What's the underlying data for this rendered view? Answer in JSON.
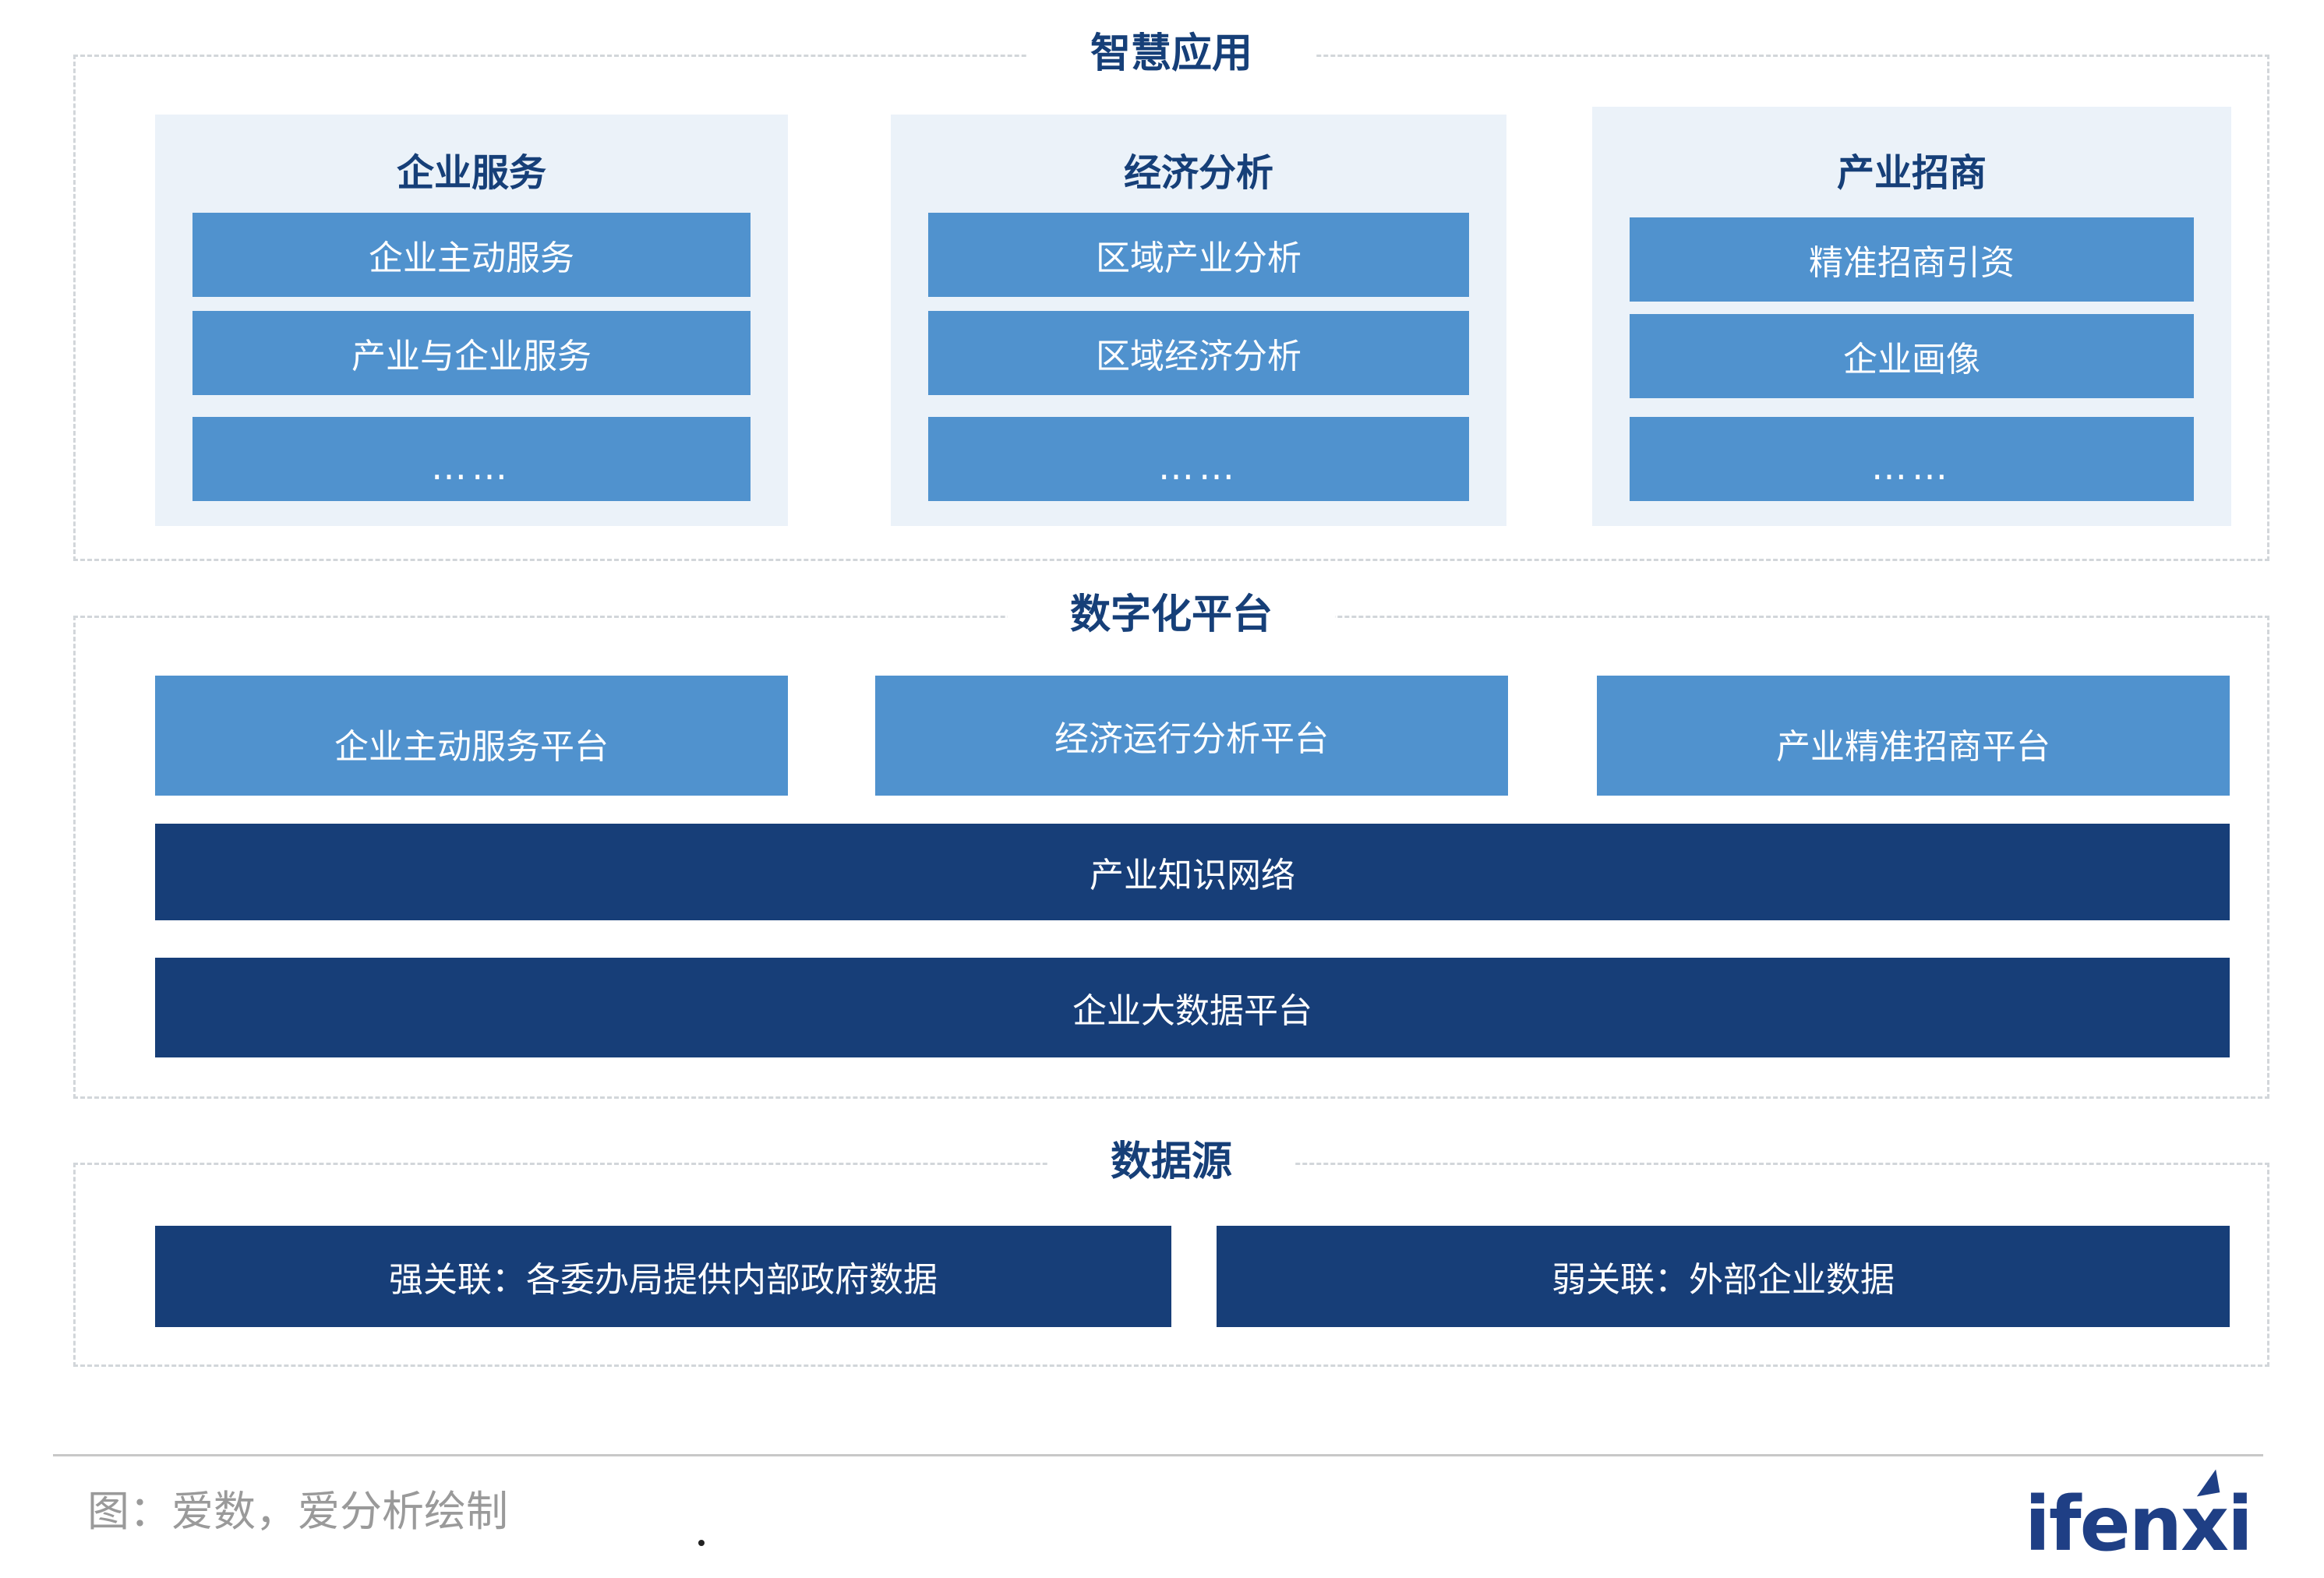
{
  "smart_apps": {
    "title": "智慧应用",
    "panels": [
      {
        "title": "企业服务",
        "items": [
          "企业主动服务",
          "产业与企业服务",
          "……"
        ]
      },
      {
        "title": "经济分析",
        "items": [
          "区域产业分析",
          "区域经济分析",
          "……"
        ]
      },
      {
        "title": "产业招商",
        "items": [
          "精准招商引资",
          "企业画像",
          "……"
        ]
      }
    ]
  },
  "digital_platform": {
    "title": "数字化平台",
    "platforms": [
      "企业主动服务平台",
      "经济运行分析平台",
      "产业精准招商平台"
    ],
    "knowledge_network": "产业知识网络",
    "big_data": "企业大数据平台"
  },
  "data_source": {
    "title": "数据源",
    "strong": "强关联：各委办局提供内部政府数据",
    "weak": "弱关联：外部企业数据"
  },
  "footer": {
    "caption": "图：爱数，爱分析绘制",
    "logo": "ifenxi"
  },
  "colors": {
    "title_text": "#163f78",
    "light_box": "#5092ce",
    "dark_box": "#173e78",
    "panel_bg": "#ebf2f9",
    "dashed_border": "#d2d6da"
  }
}
